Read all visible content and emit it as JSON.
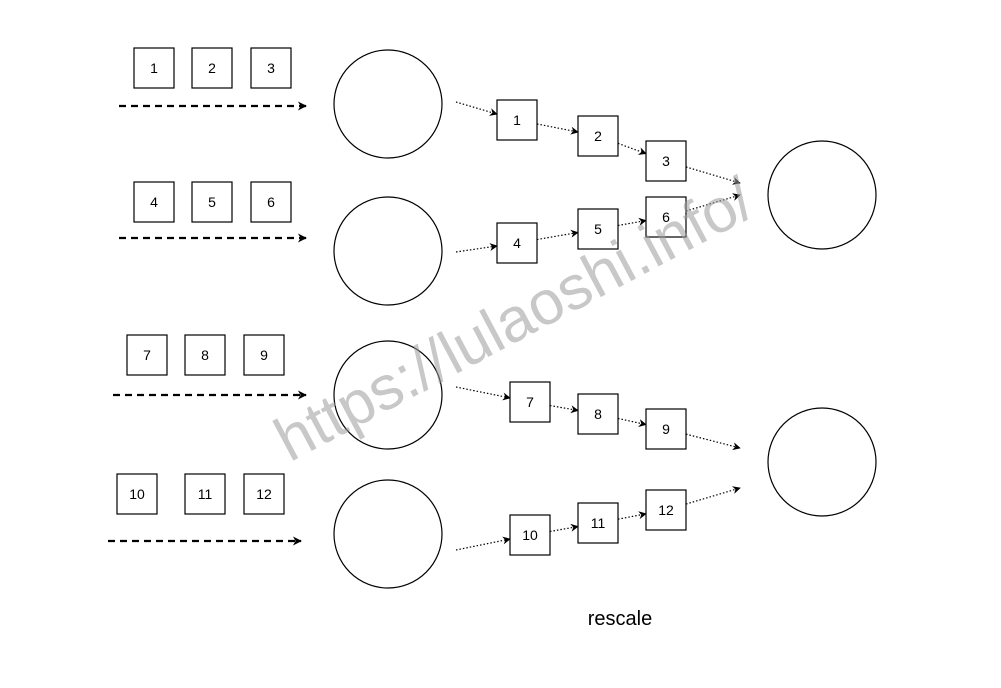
{
  "diagram": {
    "input_rows": [
      {
        "items": [
          "1",
          "2",
          "3"
        ]
      },
      {
        "items": [
          "4",
          "5",
          "6"
        ]
      },
      {
        "items": [
          "7",
          "8",
          "9"
        ]
      },
      {
        "items": [
          "10",
          "11",
          "12"
        ]
      }
    ],
    "output_groups": [
      {
        "items": [
          "1",
          "2",
          "3",
          "4",
          "5",
          "6"
        ]
      },
      {
        "items": [
          "7",
          "8",
          "9",
          "10",
          "11",
          "12"
        ]
      }
    ],
    "caption": "rescale",
    "watermark": "https://lulaoshi.info/"
  }
}
